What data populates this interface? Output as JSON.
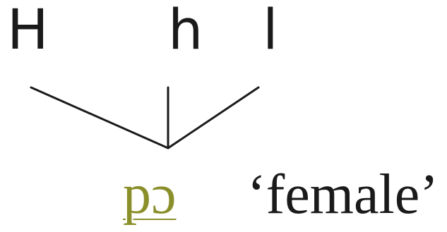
{
  "tones": {
    "high": "H",
    "mid": "h",
    "low": "l"
  },
  "segment": {
    "syllable": "pɔ",
    "gloss": "‘female’"
  },
  "colors": {
    "text": "#1a1a1a",
    "syllable": "#8a8f2a",
    "lines": "#1a1a1a"
  }
}
